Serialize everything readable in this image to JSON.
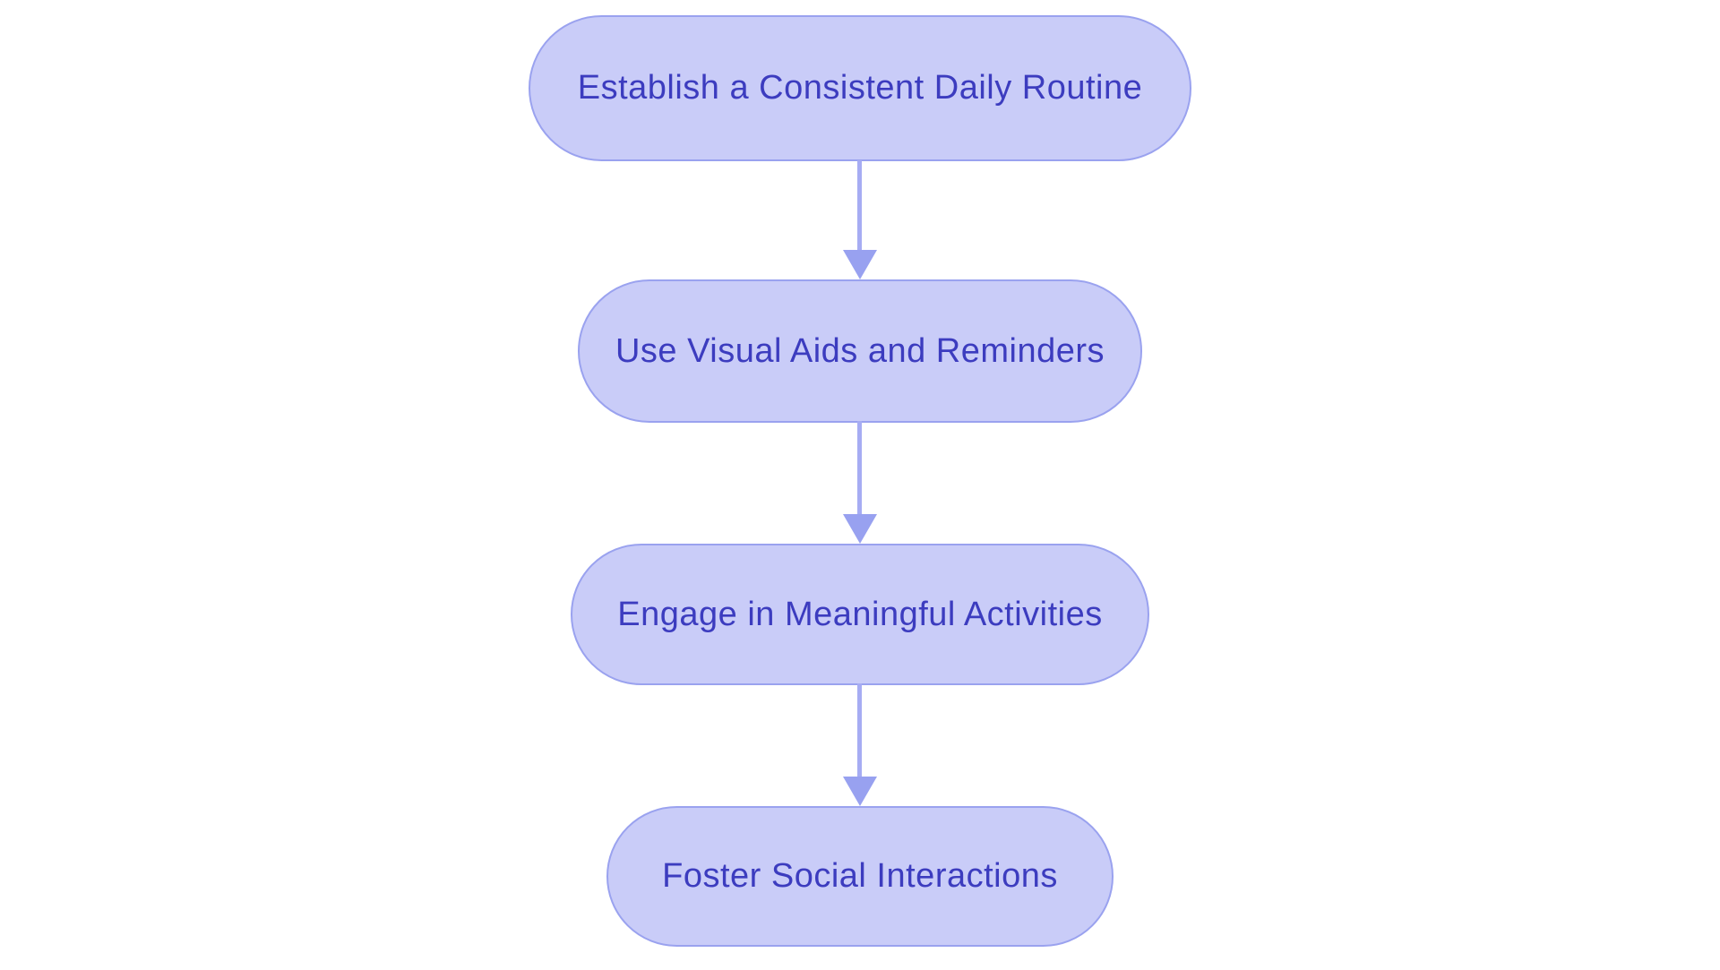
{
  "flowchart": {
    "title": "",
    "background_color": "#ffffff",
    "node_fill_color": "#c9ccf8",
    "node_border_color": "#9aa2ef",
    "node_text_color": "#3c3cbf",
    "arrow_color": "#9da5f1",
    "direction": "top-to-bottom",
    "nodes": [
      {
        "id": "establish-routine",
        "label": "Establish a Consistent Daily Routine"
      },
      {
        "id": "visual-aids",
        "label": "Use Visual Aids and Reminders"
      },
      {
        "id": "meaningful-activities",
        "label": "Engage in Meaningful Activities"
      },
      {
        "id": "social-interactions",
        "label": "Foster Social Interactions"
      }
    ],
    "connections": [
      {
        "from": "establish-routine",
        "to": "visual-aids"
      },
      {
        "from": "visual-aids",
        "to": "meaningful-activities"
      },
      {
        "from": "meaningful-activities",
        "to": "social-interactions"
      }
    ]
  }
}
